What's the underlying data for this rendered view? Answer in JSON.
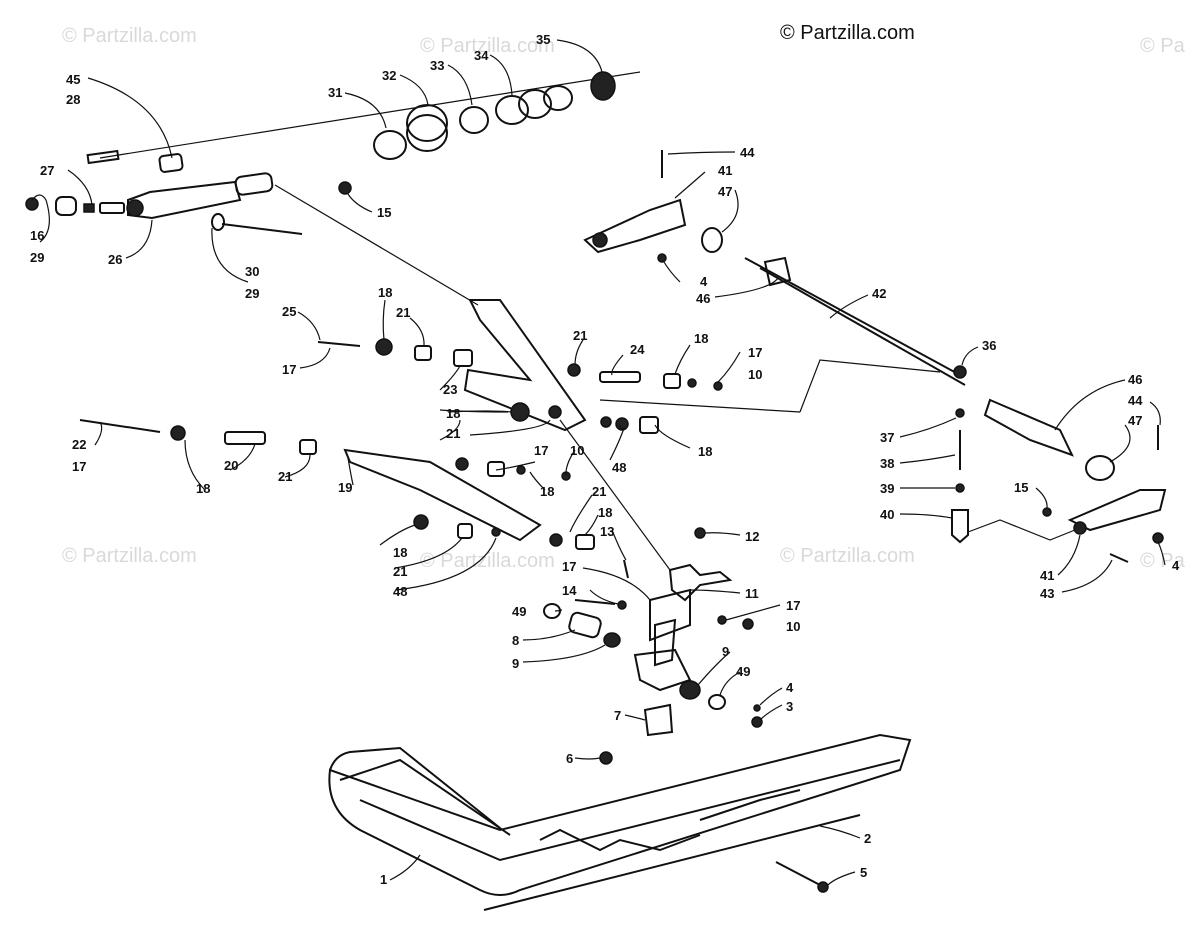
{
  "watermarks": [
    "© Partzilla.com",
    "© Partzilla.com",
    "© Partzilla.com",
    "© Partzilla.com",
    "© Partzilla.com",
    "© Partzilla.com",
    "© Pa",
    "© Pa"
  ],
  "copyright": "© Partzilla.com",
  "callouts": [
    "45",
    "28",
    "27",
    "16",
    "29",
    "26",
    "30",
    "29",
    "31",
    "32",
    "33",
    "34",
    "35",
    "15",
    "25",
    "17",
    "18",
    "21",
    "23",
    "22",
    "17",
    "20",
    "18",
    "21",
    "19",
    "18",
    "21",
    "48",
    "21",
    "24",
    "18",
    "17",
    "10",
    "18",
    "21",
    "48",
    "18",
    "17",
    "10",
    "18",
    "21",
    "18",
    "13",
    "12",
    "17",
    "11",
    "14",
    "17",
    "10",
    "49",
    "8",
    "9",
    "9",
    "49",
    "7",
    "4",
    "3",
    "6",
    "2",
    "5",
    "1",
    "44",
    "41",
    "47",
    "4",
    "46",
    "42",
    "36",
    "46",
    "44",
    "47",
    "37",
    "38",
    "39",
    "40",
    "15",
    "41",
    "43",
    "4"
  ]
}
